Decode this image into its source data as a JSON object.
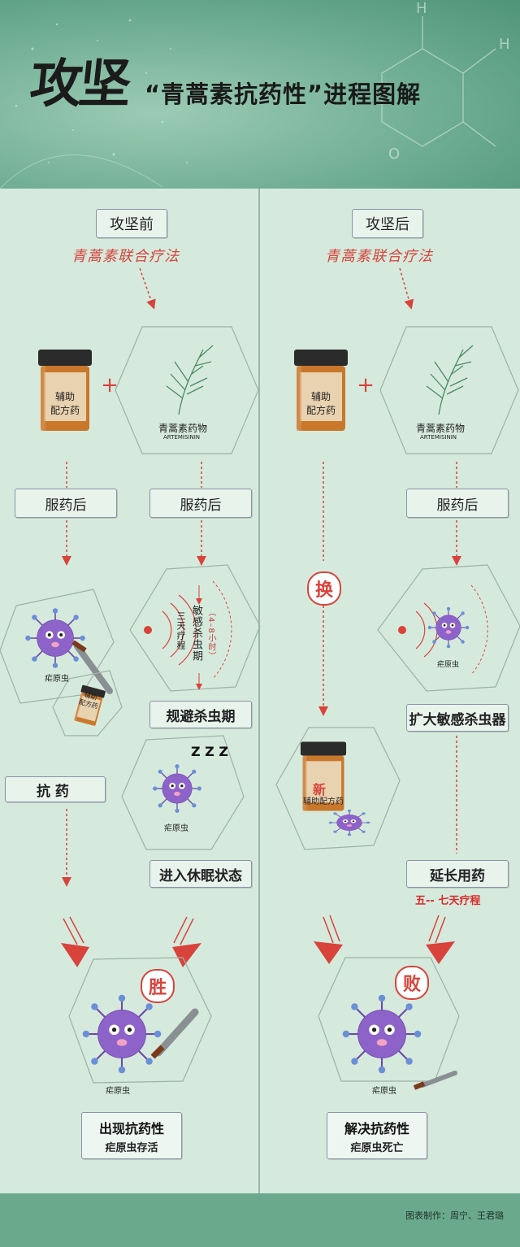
{
  "header": {
    "calligraphy": "攻坚",
    "title": "“青蒿素抗药性”进程图解"
  },
  "left": {
    "phase": "攻坚前",
    "therapy": "青蒿素联合疗法",
    "bottle_label": "辅助\n配方药",
    "bottle_small_label": "辅助\n配方药",
    "plant_label": "青蒿素药物",
    "plant_sub": "ARTEMISININ",
    "after_a": "服药后",
    "after_b": "服药后",
    "sensitive_period": "敏感杀虫期",
    "sensitive_days": "三天疗程",
    "sensitive_hours": "（4–8小时）",
    "parasite_label": "疟原虫",
    "parasite_label_2": "疟原虫",
    "parasite_label_3": "疟原虫",
    "evade": "规避杀虫期",
    "resist": "抗  药",
    "dormant": "进入休眠状态",
    "zzz": "Z Z Z",
    "win_stamp": "胜",
    "result_line1": "出现抗药性",
    "result_line2": "疟原虫存活"
  },
  "right": {
    "phase": "攻坚后",
    "therapy": "青蒿素联合疗法",
    "bottle_label": "辅助\n配方药",
    "plant_label": "青蒿素药物",
    "plant_sub": "ARTEMISININ",
    "after": "服药后",
    "swap_stamp": "换",
    "parasite_label": "疟原虫",
    "parasite_label_2": "疟原虫",
    "expand": "扩大敏感杀虫器",
    "new_stamp": "新",
    "new_bottle": "辅助配方药",
    "extend": "延长用药",
    "course": "五-- 七天疗程",
    "lose_stamp": "败",
    "result_line1": "解决抗药性",
    "result_line2": "疟原虫死亡"
  },
  "footer": {
    "credit": "图表制作：周宁、王君璐"
  },
  "colors": {
    "accent_red": "#d8433b",
    "panel_bg": "#d5eadd",
    "header_bg": "#6fae93",
    "parasite_purple": "#8e63c9",
    "bottle_amber": "#c9782b"
  }
}
